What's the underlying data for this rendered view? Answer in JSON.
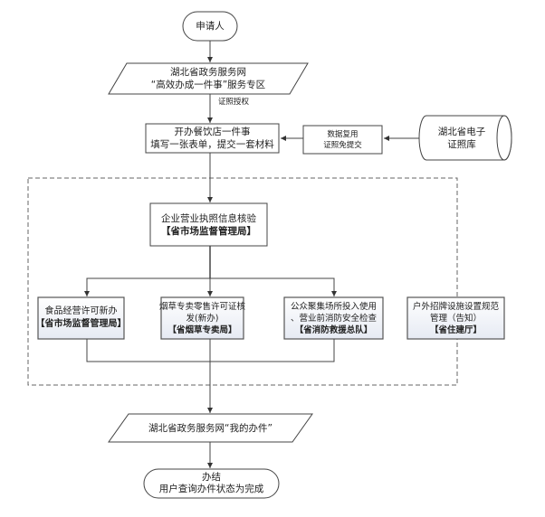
{
  "diagram": {
    "type": "flowchart",
    "colors": {
      "stroke": "#555555",
      "box_fill": "#ffffff",
      "gradient_fill_top": "#ffffff",
      "gradient_fill_bottom": "#e8ecf4",
      "dashed_container": "#666666",
      "text": "#222222"
    },
    "nodes": {
      "start": {
        "shape": "terminal",
        "lines": [
          "申请人"
        ]
      },
      "portal": {
        "shape": "parallelogram",
        "lines": [
          "湖北省政务服务网",
          "“高效办成一件事”服务专区"
        ]
      },
      "auth_label": {
        "shape": "label",
        "text": "证照授权"
      },
      "apply": {
        "shape": "process",
        "lines": [
          "开办餐饮店一件事",
          "填写一张表单，提交一套材料"
        ]
      },
      "reuse": {
        "shape": "process",
        "lines": [
          "数据复用",
          "证照免提交"
        ]
      },
      "license_db": {
        "shape": "database",
        "lines": [
          "湖北省电子",
          "证照库"
        ]
      },
      "verify": {
        "shape": "process",
        "lines": [
          "企业营业执照信息核验",
          "【省市场监督管理局】"
        ]
      },
      "food": {
        "shape": "process",
        "lines": [
          "食品经营许可新办",
          "【省市场监督管理局】"
        ]
      },
      "tobacco": {
        "shape": "process",
        "lines": [
          "烟草专卖零售许可证核",
          "发(新办)",
          "【省烟草专卖局】"
        ]
      },
      "fire": {
        "shape": "process",
        "lines": [
          "公众聚集场所投入使用",
          "、营业前消防安全检查",
          "【省消防救援总队】"
        ]
      },
      "signage": {
        "shape": "process",
        "lines": [
          "户外招牌设施设置规范",
          "管理（告知）",
          "【省住建厅】"
        ]
      },
      "mywork": {
        "shape": "parallelogram",
        "lines": [
          "湖北省政务服务网“我的办件”"
        ]
      },
      "end": {
        "shape": "terminal",
        "lines": [
          "办结",
          "用户查询办件状态为完成"
        ]
      }
    },
    "edges": [
      {
        "from": "start",
        "to": "portal"
      },
      {
        "from": "portal",
        "to": "apply",
        "label": "证照授权"
      },
      {
        "from": "license_db",
        "to": "reuse"
      },
      {
        "from": "reuse",
        "to": "apply"
      },
      {
        "from": "apply",
        "to": "verify"
      },
      {
        "from": "verify",
        "to": "food"
      },
      {
        "from": "verify",
        "to": "tobacco"
      },
      {
        "from": "verify",
        "to": "fire"
      },
      {
        "from": "food",
        "to": "mywork"
      },
      {
        "from": "tobacco",
        "to": "mywork"
      },
      {
        "from": "fire",
        "to": "mywork"
      },
      {
        "from": "mywork",
        "to": "end"
      }
    ]
  }
}
